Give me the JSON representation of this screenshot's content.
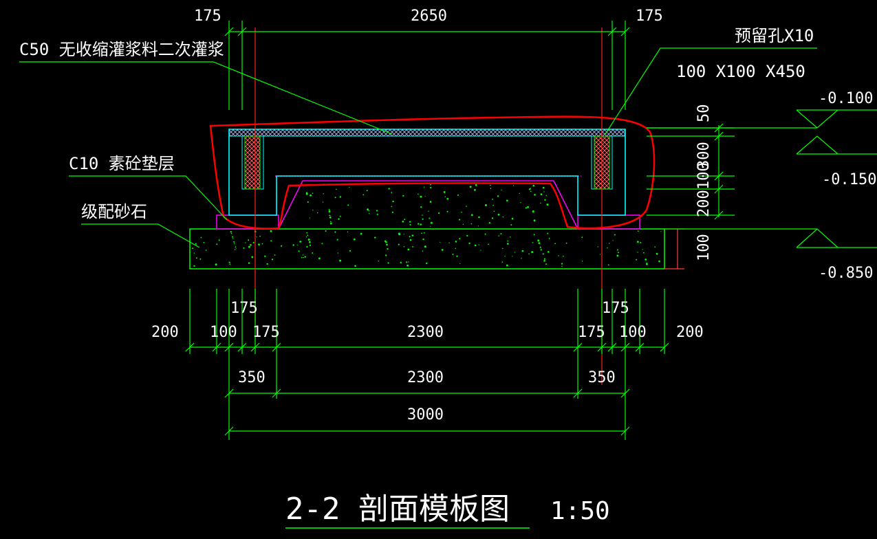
{
  "drawing": {
    "title": "2-2 剖面模板图",
    "scale": "1:50"
  },
  "labels": {
    "grout": "C50 无收缩灌浆料二次灌浆",
    "hole": "预留孔X10",
    "hole_size": "100 X100 X450",
    "cushion": "C10 素砼垫层",
    "gravel": "级配砂石"
  },
  "elevations": [
    "-0.100",
    "-0.150",
    "-0.850"
  ],
  "dimensions": {
    "top": [
      "175",
      "2650",
      "175"
    ],
    "right": [
      "50",
      "300",
      "100",
      "200",
      "100"
    ],
    "row1_upper": [
      "175",
      "175"
    ],
    "row1": [
      "200",
      "100",
      "175",
      "2300",
      "175",
      "100",
      "200"
    ],
    "row2": [
      "350",
      "2300",
      "350"
    ],
    "row3": [
      "3000"
    ]
  },
  "colors": {
    "background": "#000000",
    "dimension_lines": "#00ff00",
    "concrete_outline": "#00ffff",
    "cushion": "#ff00ff",
    "axis_lines": "#ff2020",
    "markup": "#ff0000",
    "text": "#ffffff"
  }
}
